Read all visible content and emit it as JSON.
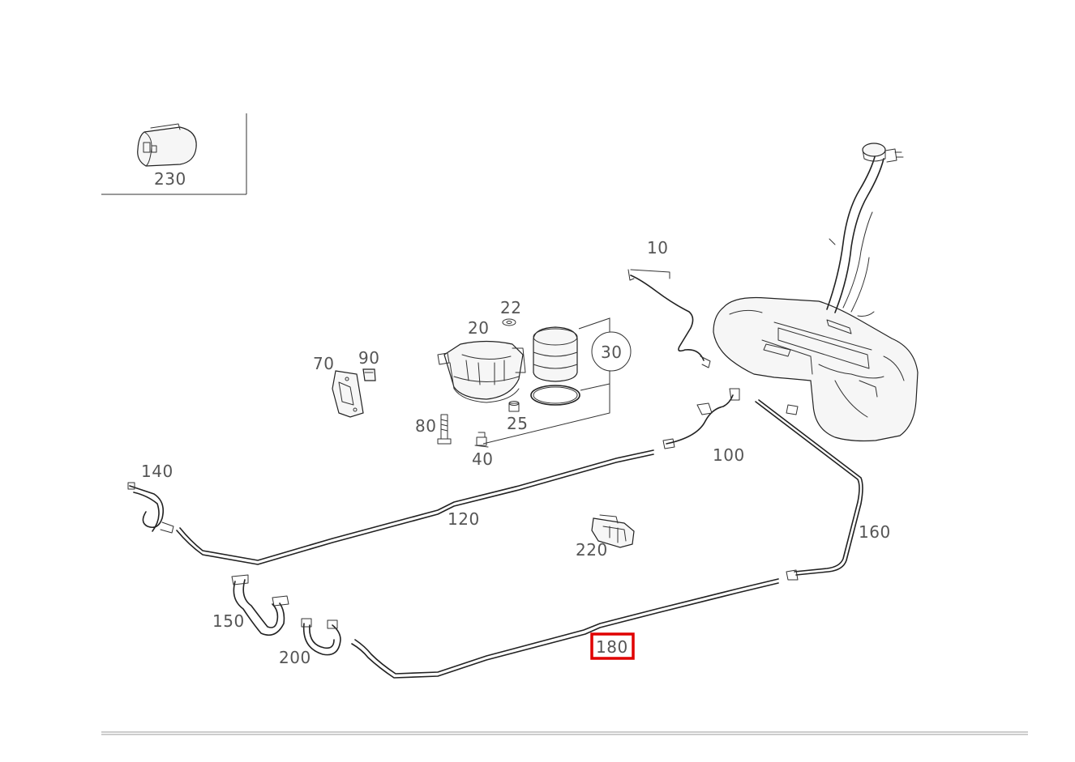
{
  "diagram": {
    "callouts": {
      "p10": "10",
      "p20": "20",
      "p22": "22",
      "p25": "25",
      "p30": "30",
      "p40": "40",
      "p70": "70",
      "p80": "80",
      "p90": "90",
      "p100": "100",
      "p120": "120",
      "p140": "140",
      "p150": "150",
      "p160": "160",
      "p180": "180",
      "p200": "200",
      "p220": "220",
      "p230": "230"
    },
    "highlighted_callout": "180",
    "colors": {
      "highlight": "#e00000",
      "line_art": "#222222",
      "label": "#555555",
      "background": "#ffffff"
    }
  }
}
